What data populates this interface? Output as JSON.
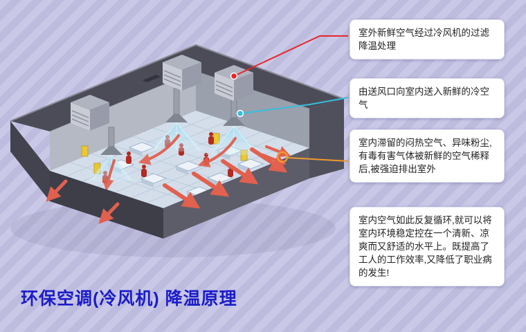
{
  "title": {
    "text": "环保空调(冷风机) 降温原理",
    "color": "#1b1bcb"
  },
  "callouts": [
    {
      "id": "filter-cooling",
      "text": "室外新鲜空气经过冷风机的过滤降温处理",
      "connector_color": "#e8262a",
      "connector_marker": "red-dot"
    },
    {
      "id": "supply-air",
      "text": "由送风口向室内送入新鲜的冷空气",
      "connector_color": "#36bede",
      "connector_marker": "cyan-dot"
    },
    {
      "id": "exhaust-air",
      "text": "室内滞留的闷热空气、异味粉尘,有毒有害气体被新鲜的空气稀释后,被强迫排出室外",
      "connector_color": "#f09a2e",
      "connector_marker": "orange-ring"
    },
    {
      "id": "circulation",
      "text": "室内空气如此反复循环,就可以将室内环境稳定控在一个清新、凉爽而又舒适的水平上。既提高了工人的工作效率,又降低了职业病的发生!",
      "connector_color": null,
      "connector_marker": null
    }
  ],
  "illustration": {
    "name": "workshop-evaporative-cooling-isometric-diagram",
    "rooftop_cooling_units": 3,
    "supply_diffusers": 3,
    "workers": 8
  },
  "colors": {
    "background_stripe_a": "#c9c8e7",
    "background_stripe_b": "#bdbcde",
    "callout_background": "#ffffff",
    "title_blue": "#1b1bcb",
    "connector_red": "#e8262a",
    "connector_cyan": "#36bede",
    "connector_orange": "#f09a2e",
    "exhaust_arrow_red": "#e2604e",
    "cool_air_cyan": "#9fdcf2",
    "roof_dark": "#4c4c58",
    "floor_light_blue": "#d3deea"
  }
}
